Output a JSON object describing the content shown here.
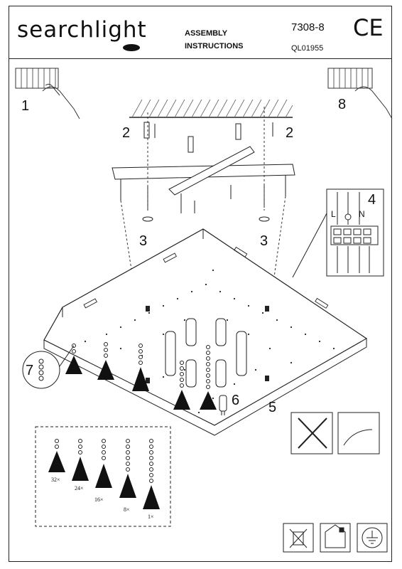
{
  "header": {
    "brand": "searchlight",
    "title_line1": "ASSEMBLY",
    "title_line2": "INSTRUCTIONS",
    "model": "7308-8",
    "ref": "QL01955",
    "mark": "CE"
  },
  "steps": [
    "1",
    "2",
    "2",
    "3",
    "3",
    "4",
    "5",
    "6",
    "7",
    "8"
  ],
  "terminal_labels": [
    "L",
    "N"
  ],
  "quantities": [
    "32×",
    "24×",
    "16×",
    "8×",
    "1×"
  ],
  "icons": [
    "weee-bin-icon",
    "indoor-use-icon",
    "earth-ground-icon",
    "no-touch-bulb-icon",
    "glove-bulb-icon"
  ]
}
